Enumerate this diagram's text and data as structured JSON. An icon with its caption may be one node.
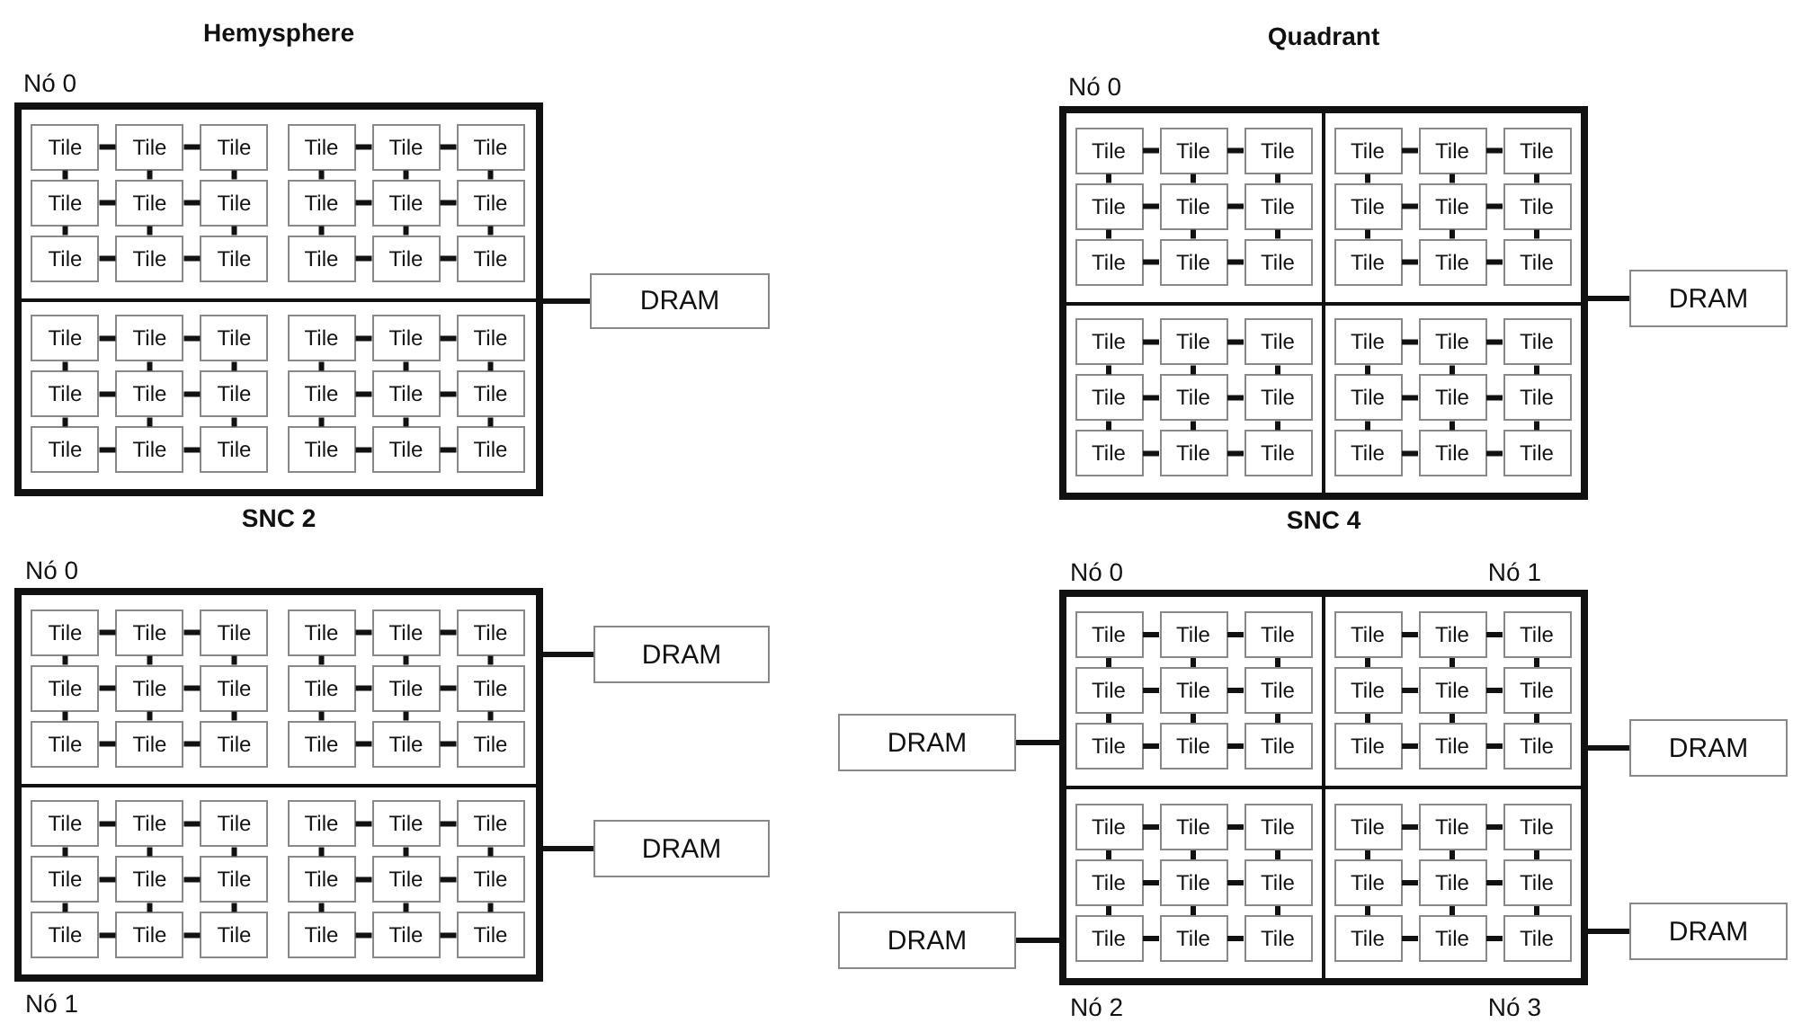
{
  "diagram": {
    "nodes": [
      {
        "text": [
          "Hemysphere"
        ],
        "beside": [
          "Nó 0"
        ]
      },
      {
        "text": [],
        "shape": "box",
        "in": 0
      },
      {
        "text": [
          "Tile"
        ],
        "in": 1
      },
      {
        "text": [
          "Tile"
        ],
        "in": 1
      },
      {
        "text": [
          "Tile"
        ],
        "in": 1
      },
      {
        "text": [
          "Tile"
        ],
        "in": 1
      },
      {
        "text": [
          "Tile"
        ],
        "in": 1
      },
      {
        "text": [
          "Tile"
        ],
        "in": 1
      },
      {
        "text": [
          "Tile"
        ],
        "in": 1
      },
      {
        "text": [
          "Tile"
        ],
        "in": 1
      },
      {
        "text": [
          "Tile"
        ],
        "in": 1
      },
      {
        "text": [
          "Tile"
        ],
        "in": 1
      },
      {
        "text": [
          "Tile"
        ],
        "in": 1
      },
      {
        "text": [
          "Tile"
        ],
        "in": 1
      },
      {
        "text": [
          "Tile"
        ],
        "in": 1
      },
      {
        "text": [
          "Tile"
        ],
        "in": 1
      },
      {
        "text": [
          "Tile"
        ],
        "in": 1
      },
      {
        "text": [
          "Tile"
        ],
        "in": 1
      },
      {
        "text": [
          "Tile"
        ],
        "in": 1
      },
      {
        "text": [
          "Tile"
        ],
        "in": 1
      },
      {
        "text": [],
        "shape": "box",
        "in": 0
      },
      {
        "text": [
          "Tile"
        ],
        "in": 20
      },
      {
        "text": [
          "Tile"
        ],
        "in": 20
      },
      {
        "text": [
          "Tile"
        ],
        "in": 20
      },
      {
        "text": [
          "Tile"
        ],
        "in": 20
      },
      {
        "text": [
          "Tile"
        ],
        "in": 20
      },
      {
        "text": [
          "Tile"
        ],
        "in": 20
      },
      {
        "text": [
          "Tile"
        ],
        "in": 20
      },
      {
        "text": [
          "Tile"
        ],
        "in": 20
      },
      {
        "text": [
          "Tile"
        ],
        "in": 20
      },
      {
        "text": [
          "Tile"
        ],
        "in": 20
      },
      {
        "text": [
          "Tile"
        ],
        "in": 20
      },
      {
        "text": [
          "Tile"
        ],
        "in": 20
      },
      {
        "text": [
          "Tile"
        ],
        "in": 20
      },
      {
        "text": [
          "Tile"
        ],
        "in": 20
      },
      {
        "text": [
          "Tile"
        ],
        "in": 20
      },
      {
        "text": [
          "Tile"
        ],
        "in": 20
      },
      {
        "text": [
          "Tile"
        ],
        "in": 20
      },
      {
        "text": [
          "Tile"
        ],
        "in": 20
      },
      {
        "text": [
          "DRAM"
        ]
      },
      {
        "text": [
          "Quadrant"
        ],
        "beside": [
          "Nó 0"
        ]
      },
      {
        "text": [],
        "shape": "box",
        "in": 40
      },
      {
        "text": [
          "Tile"
        ],
        "in": 41
      },
      {
        "text": [
          "Tile"
        ],
        "in": 41
      },
      {
        "text": [
          "Tile"
        ],
        "in": 41
      },
      {
        "text": [
          "Tile"
        ],
        "in": 41
      },
      {
        "text": [
          "Tile"
        ],
        "in": 41
      },
      {
        "text": [
          "Tile"
        ],
        "in": 41
      },
      {
        "text": [
          "Tile"
        ],
        "in": 41
      },
      {
        "text": [
          "Tile"
        ],
        "in": 41
      },
      {
        "text": [
          "Tile"
        ],
        "in": 41
      },
      {
        "text": [],
        "shape": "box",
        "in": 40
      },
      {
        "text": [
          "Tile"
        ],
        "in": 51
      },
      {
        "text": [
          "Tile"
        ],
        "in": 51
      },
      {
        "text": [
          "Tile"
        ],
        "in": 51
      },
      {
        "text": [
          "Tile"
        ],
        "in": 51
      },
      {
        "text": [
          "Tile"
        ],
        "in": 51
      },
      {
        "text": [
          "Tile"
        ],
        "in": 51
      },
      {
        "text": [
          "Tile"
        ],
        "in": 51
      },
      {
        "text": [
          "Tile"
        ],
        "in": 51
      },
      {
        "text": [
          "Tile"
        ],
        "in": 51
      },
      {
        "text": [],
        "shape": "box",
        "in": 40
      },
      {
        "text": [
          "Tile"
        ],
        "in": 61
      },
      {
        "text": [
          "Tile"
        ],
        "in": 61
      },
      {
        "text": [
          "Tile"
        ],
        "in": 61
      },
      {
        "text": [
          "Tile"
        ],
        "in": 61
      },
      {
        "text": [
          "Tile"
        ],
        "in": 61
      },
      {
        "text": [
          "Tile"
        ],
        "in": 61
      },
      {
        "text": [
          "Tile"
        ],
        "in": 61
      },
      {
        "text": [
          "Tile"
        ],
        "in": 61
      },
      {
        "text": [
          "Tile"
        ],
        "in": 61
      },
      {
        "text": [],
        "shape": "box",
        "in": 40
      },
      {
        "text": [
          "Tile"
        ],
        "in": 71
      },
      {
        "text": [
          "Tile"
        ],
        "in": 71
      },
      {
        "text": [
          "Tile"
        ],
        "in": 71
      },
      {
        "text": [
          "Tile"
        ],
        "in": 71
      },
      {
        "text": [
          "Tile"
        ],
        "in": 71
      },
      {
        "text": [
          "Tile"
        ],
        "in": 71
      },
      {
        "text": [
          "Tile"
        ],
        "in": 71
      },
      {
        "text": [
          "Tile"
        ],
        "in": 71
      },
      {
        "text": [
          "Tile"
        ],
        "in": 71
      },
      {
        "text": [
          "DRAM"
        ]
      },
      {
        "text": [
          "SNC 2"
        ]
      },
      {
        "text": [],
        "shape": "box",
        "in": 82,
        "beside": [
          "Nó 0"
        ]
      },
      {
        "text": [
          "Tile"
        ],
        "in": 83
      },
      {
        "text": [
          "Tile"
        ],
        "in": 83
      },
      {
        "text": [
          "Tile"
        ],
        "in": 83
      },
      {
        "text": [
          "Tile"
        ],
        "in": 83
      },
      {
        "text": [
          "Tile"
        ],
        "in": 83
      },
      {
        "text": [
          "Tile"
        ],
        "in": 83
      },
      {
        "text": [
          "Tile"
        ],
        "in": 83
      },
      {
        "text": [
          "Tile"
        ],
        "in": 83
      },
      {
        "text": [
          "Tile"
        ],
        "in": 83
      },
      {
        "text": [
          "Tile"
        ],
        "in": 83
      },
      {
        "text": [
          "Tile"
        ],
        "in": 83
      },
      {
        "text": [
          "Tile"
        ],
        "in": 83
      },
      {
        "text": [
          "Tile"
        ],
        "in": 83
      },
      {
        "text": [
          "Tile"
        ],
        "in": 83
      },
      {
        "text": [
          "Tile"
        ],
        "in": 83
      },
      {
        "text": [
          "Tile"
        ],
        "in": 83
      },
      {
        "text": [
          "Tile"
        ],
        "in": 83
      },
      {
        "text": [
          "Tile"
        ],
        "in": 83
      },
      {
        "text": [],
        "shape": "box",
        "in": 82,
        "beside": [
          "Nó 1"
        ]
      },
      {
        "text": [
          "Tile"
        ],
        "in": 102
      },
      {
        "text": [
          "Tile"
        ],
        "in": 102
      },
      {
        "text": [
          "Tile"
        ],
        "in": 102
      },
      {
        "text": [
          "Tile"
        ],
        "in": 102
      },
      {
        "text": [
          "Tile"
        ],
        "in": 102
      },
      {
        "text": [
          "Tile"
        ],
        "in": 102
      },
      {
        "text": [
          "Tile"
        ],
        "in": 102
      },
      {
        "text": [
          "Tile"
        ],
        "in": 102
      },
      {
        "text": [
          "Tile"
        ],
        "in": 102
      },
      {
        "text": [
          "Tile"
        ],
        "in": 102
      },
      {
        "text": [
          "Tile"
        ],
        "in": 102
      },
      {
        "text": [
          "Tile"
        ],
        "in": 102
      },
      {
        "text": [
          "Tile"
        ],
        "in": 102
      },
      {
        "text": [
          "Tile"
        ],
        "in": 102
      },
      {
        "text": [
          "Tile"
        ],
        "in": 102
      },
      {
        "text": [
          "Tile"
        ],
        "in": 102
      },
      {
        "text": [
          "Tile"
        ],
        "in": 102
      },
      {
        "text": [
          "Tile"
        ],
        "in": 102
      },
      {
        "text": [
          "DRAM"
        ]
      },
      {
        "text": [
          "DRAM"
        ]
      },
      {
        "text": [
          "SNC 4"
        ]
      },
      {
        "text": [],
        "shape": "box",
        "in": 123,
        "beside": [
          "Nó 0"
        ]
      },
      {
        "text": [
          "Tile"
        ],
        "in": 124
      },
      {
        "text": [
          "Tile"
        ],
        "in": 124
      },
      {
        "text": [
          "Tile"
        ],
        "in": 124
      },
      {
        "text": [
          "Tile"
        ],
        "in": 124
      },
      {
        "text": [
          "Tile"
        ],
        "in": 124
      },
      {
        "text": [
          "Tile"
        ],
        "in": 124
      },
      {
        "text": [
          "Tile"
        ],
        "in": 124
      },
      {
        "text": [
          "Tile"
        ],
        "in": 124
      },
      {
        "text": [
          "Tile"
        ],
        "in": 124
      },
      {
        "text": [],
        "shape": "box",
        "in": 123,
        "beside": [
          "Nó 1"
        ]
      },
      {
        "text": [
          "Tile"
        ],
        "in": 134
      },
      {
        "text": [
          "Tile"
        ],
        "in": 134
      },
      {
        "text": [
          "Tile"
        ],
        "in": 134
      },
      {
        "text": [
          "Tile"
        ],
        "in": 134
      },
      {
        "text": [
          "Tile"
        ],
        "in": 134
      },
      {
        "text": [
          "Tile"
        ],
        "in": 134
      },
      {
        "text": [
          "Tile"
        ],
        "in": 134
      },
      {
        "text": [
          "Tile"
        ],
        "in": 134
      },
      {
        "text": [
          "Tile"
        ],
        "in": 134
      },
      {
        "text": [],
        "shape": "box",
        "in": 123,
        "beside": [
          "Nó 2"
        ]
      },
      {
        "text": [
          "Tile"
        ],
        "in": 144
      },
      {
        "text": [
          "Tile"
        ],
        "in": 144
      },
      {
        "text": [
          "Tile"
        ],
        "in": 144
      },
      {
        "text": [
          "Tile"
        ],
        "in": 144
      },
      {
        "text": [
          "Tile"
        ],
        "in": 144
      },
      {
        "text": [
          "Tile"
        ],
        "in": 144
      },
      {
        "text": [
          "Tile"
        ],
        "in": 144
      },
      {
        "text": [
          "Tile"
        ],
        "in": 144
      },
      {
        "text": [
          "Tile"
        ],
        "in": 144
      },
      {
        "text": [],
        "shape": "box",
        "in": 123,
        "beside": [
          "Nó 3"
        ]
      },
      {
        "text": [
          "Tile"
        ],
        "in": 154
      },
      {
        "text": [
          "Tile"
        ],
        "in": 154
      },
      {
        "text": [
          "Tile"
        ],
        "in": 154
      },
      {
        "text": [
          "Tile"
        ],
        "in": 154
      },
      {
        "text": [
          "Tile"
        ],
        "in": 154
      },
      {
        "text": [
          "Tile"
        ],
        "in": 154
      },
      {
        "text": [
          "Tile"
        ],
        "in": 154
      },
      {
        "text": [
          "Tile"
        ],
        "in": 154
      },
      {
        "text": [
          "Tile"
        ],
        "in": 154
      },
      {
        "text": [
          "DRAM"
        ]
      },
      {
        "text": [
          "DRAM"
        ]
      },
      {
        "text": [
          "DRAM"
        ]
      },
      {
        "text": [
          "DRAM"
        ]
      }
    ],
    "edges": [
      {
        "from": 2,
        "to": 3,
        "arrow": "none"
      },
      {
        "from": 3,
        "to": 4,
        "arrow": "none"
      },
      {
        "from": 5,
        "to": 6,
        "arrow": "none"
      },
      {
        "from": 6,
        "to": 7,
        "arrow": "none"
      },
      {
        "from": 8,
        "to": 9,
        "arrow": "none"
      },
      {
        "from": 9,
        "to": 10,
        "arrow": "none"
      },
      {
        "from": 11,
        "to": 12,
        "arrow": "none"
      },
      {
        "from": 12,
        "to": 13,
        "arrow": "none"
      },
      {
        "from": 14,
        "to": 15,
        "arrow": "none"
      },
      {
        "from": 15,
        "to": 16,
        "arrow": "none"
      },
      {
        "from": 17,
        "to": 18,
        "arrow": "none"
      },
      {
        "from": 18,
        "to": 19,
        "arrow": "none"
      },
      {
        "from": 2,
        "to": 8,
        "arrow": "none"
      },
      {
        "from": 3,
        "to": 9,
        "arrow": "none"
      },
      {
        "from": 4,
        "to": 10,
        "arrow": "none"
      },
      {
        "from": 5,
        "to": 11,
        "arrow": "none"
      },
      {
        "from": 6,
        "to": 12,
        "arrow": "none"
      },
      {
        "from": 7,
        "to": 13,
        "arrow": "none"
      },
      {
        "from": 8,
        "to": 14,
        "arrow": "none"
      },
      {
        "from": 9,
        "to": 15,
        "arrow": "none"
      },
      {
        "from": 10,
        "to": 16,
        "arrow": "none"
      },
      {
        "from": 11,
        "to": 17,
        "arrow": "none"
      },
      {
        "from": 12,
        "to": 18,
        "arrow": "none"
      },
      {
        "from": 13,
        "to": 19,
        "arrow": "none"
      },
      {
        "from": 21,
        "to": 22,
        "arrow": "none"
      },
      {
        "from": 22,
        "to": 23,
        "arrow": "none"
      },
      {
        "from": 24,
        "to": 25,
        "arrow": "none"
      },
      {
        "from": 25,
        "to": 26,
        "arrow": "none"
      },
      {
        "from": 27,
        "to": 28,
        "arrow": "none"
      },
      {
        "from": 28,
        "to": 29,
        "arrow": "none"
      },
      {
        "from": 30,
        "to": 31,
        "arrow": "none"
      },
      {
        "from": 31,
        "to": 32,
        "arrow": "none"
      },
      {
        "from": 33,
        "to": 34,
        "arrow": "none"
      },
      {
        "from": 34,
        "to": 35,
        "arrow": "none"
      },
      {
        "from": 36,
        "to": 37,
        "arrow": "none"
      },
      {
        "from": 37,
        "to": 38,
        "arrow": "none"
      },
      {
        "from": 21,
        "to": 27,
        "arrow": "none"
      },
      {
        "from": 22,
        "to": 28,
        "arrow": "none"
      },
      {
        "from": 23,
        "to": 29,
        "arrow": "none"
      },
      {
        "from": 24,
        "to": 30,
        "arrow": "none"
      },
      {
        "from": 25,
        "to": 31,
        "arrow": "none"
      },
      {
        "from": 26,
        "to": 32,
        "arrow": "none"
      },
      {
        "from": 27,
        "to": 33,
        "arrow": "none"
      },
      {
        "from": 28,
        "to": 34,
        "arrow": "none"
      },
      {
        "from": 29,
        "to": 35,
        "arrow": "none"
      },
      {
        "from": 30,
        "to": 36,
        "arrow": "none"
      },
      {
        "from": 31,
        "to": 37,
        "arrow": "none"
      },
      {
        "from": 32,
        "to": 38,
        "arrow": "none"
      },
      {
        "from": 0,
        "to": 39,
        "arrow": "none"
      },
      {
        "from": 42,
        "to": 43,
        "arrow": "none"
      },
      {
        "from": 43,
        "to": 44,
        "arrow": "none"
      },
      {
        "from": 45,
        "to": 46,
        "arrow": "none"
      },
      {
        "from": 46,
        "to": 47,
        "arrow": "none"
      },
      {
        "from": 48,
        "to": 49,
        "arrow": "none"
      },
      {
        "from": 49,
        "to": 50,
        "arrow": "none"
      },
      {
        "from": 42,
        "to": 45,
        "arrow": "none"
      },
      {
        "from": 43,
        "to": 46,
        "arrow": "none"
      },
      {
        "from": 44,
        "to": 47,
        "arrow": "none"
      },
      {
        "from": 45,
        "to": 48,
        "arrow": "none"
      },
      {
        "from": 46,
        "to": 49,
        "arrow": "none"
      },
      {
        "from": 47,
        "to": 50,
        "arrow": "none"
      },
      {
        "from": 52,
        "to": 53,
        "arrow": "none"
      },
      {
        "from": 53,
        "to": 54,
        "arrow": "none"
      },
      {
        "from": 55,
        "to": 56,
        "arrow": "none"
      },
      {
        "from": 56,
        "to": 57,
        "arrow": "none"
      },
      {
        "from": 58,
        "to": 59,
        "arrow": "none"
      },
      {
        "from": 59,
        "to": 60,
        "arrow": "none"
      },
      {
        "from": 52,
        "to": 55,
        "arrow": "none"
      },
      {
        "from": 53,
        "to": 56,
        "arrow": "none"
      },
      {
        "from": 54,
        "to": 57,
        "arrow": "none"
      },
      {
        "from": 55,
        "to": 58,
        "arrow": "none"
      },
      {
        "from": 56,
        "to": 59,
        "arrow": "none"
      },
      {
        "from": 57,
        "to": 60,
        "arrow": "none"
      },
      {
        "from": 62,
        "to": 63,
        "arrow": "none"
      },
      {
        "from": 63,
        "to": 64,
        "arrow": "none"
      },
      {
        "from": 65,
        "to": 66,
        "arrow": "none"
      },
      {
        "from": 66,
        "to": 67,
        "arrow": "none"
      },
      {
        "from": 68,
        "to": 69,
        "arrow": "none"
      },
      {
        "from": 69,
        "to": 70,
        "arrow": "none"
      },
      {
        "from": 62,
        "to": 65,
        "arrow": "none"
      },
      {
        "from": 63,
        "to": 66,
        "arrow": "none"
      },
      {
        "from": 64,
        "to": 67,
        "arrow": "none"
      },
      {
        "from": 65,
        "to": 68,
        "arrow": "none"
      },
      {
        "from": 66,
        "to": 69,
        "arrow": "none"
      },
      {
        "from": 67,
        "to": 70,
        "arrow": "none"
      },
      {
        "from": 72,
        "to": 73,
        "arrow": "none"
      },
      {
        "from": 73,
        "to": 74,
        "arrow": "none"
      },
      {
        "from": 75,
        "to": 76,
        "arrow": "none"
      },
      {
        "from": 76,
        "to": 77,
        "arrow": "none"
      },
      {
        "from": 78,
        "to": 79,
        "arrow": "none"
      },
      {
        "from": 79,
        "to": 80,
        "arrow": "none"
      },
      {
        "from": 72,
        "to": 75,
        "arrow": "none"
      },
      {
        "from": 73,
        "to": 76,
        "arrow": "none"
      },
      {
        "from": 74,
        "to": 77,
        "arrow": "none"
      },
      {
        "from": 75,
        "to": 78,
        "arrow": "none"
      },
      {
        "from": 76,
        "to": 79,
        "arrow": "none"
      },
      {
        "from": 77,
        "to": 80,
        "arrow": "none"
      },
      {
        "from": 40,
        "to": 81,
        "arrow": "none"
      },
      {
        "from": 84,
        "to": 85,
        "arrow": "none"
      },
      {
        "from": 85,
        "to": 86,
        "arrow": "none"
      },
      {
        "from": 87,
        "to": 88,
        "arrow": "none"
      },
      {
        "from": 88,
        "to": 89,
        "arrow": "none"
      },
      {
        "from": 90,
        "to": 91,
        "arrow": "none"
      },
      {
        "from": 91,
        "to": 92,
        "arrow": "none"
      },
      {
        "from": 93,
        "to": 94,
        "arrow": "none"
      },
      {
        "from": 94,
        "to": 95,
        "arrow": "none"
      },
      {
        "from": 96,
        "to": 97,
        "arrow": "none"
      },
      {
        "from": 97,
        "to": 98,
        "arrow": "none"
      },
      {
        "from": 99,
        "to": 100,
        "arrow": "none"
      },
      {
        "from": 100,
        "to": 101,
        "arrow": "none"
      },
      {
        "from": 84,
        "to": 90,
        "arrow": "none"
      },
      {
        "from": 85,
        "to": 91,
        "arrow": "none"
      },
      {
        "from": 86,
        "to": 92,
        "arrow": "none"
      },
      {
        "from": 87,
        "to": 93,
        "arrow": "none"
      },
      {
        "from": 88,
        "to": 94,
        "arrow": "none"
      },
      {
        "from": 89,
        "to": 95,
        "arrow": "none"
      },
      {
        "from": 90,
        "to": 96,
        "arrow": "none"
      },
      {
        "from": 91,
        "to": 97,
        "arrow": "none"
      },
      {
        "from": 92,
        "to": 98,
        "arrow": "none"
      },
      {
        "from": 93,
        "to": 99,
        "arrow": "none"
      },
      {
        "from": 94,
        "to": 100,
        "arrow": "none"
      },
      {
        "from": 95,
        "to": 101,
        "arrow": "none"
      },
      {
        "from": 103,
        "to": 104,
        "arrow": "none"
      },
      {
        "from": 104,
        "to": 105,
        "arrow": "none"
      },
      {
        "from": 106,
        "to": 107,
        "arrow": "none"
      },
      {
        "from": 107,
        "to": 108,
        "arrow": "none"
      },
      {
        "from": 109,
        "to": 110,
        "arrow": "none"
      },
      {
        "from": 110,
        "to": 111,
        "arrow": "none"
      },
      {
        "from": 112,
        "to": 113,
        "arrow": "none"
      },
      {
        "from": 113,
        "to": 114,
        "arrow": "none"
      },
      {
        "from": 115,
        "to": 116,
        "arrow": "none"
      },
      {
        "from": 116,
        "to": 117,
        "arrow": "none"
      },
      {
        "from": 118,
        "to": 119,
        "arrow": "none"
      },
      {
        "from": 119,
        "to": 120,
        "arrow": "none"
      },
      {
        "from": 103,
        "to": 109,
        "arrow": "none"
      },
      {
        "from": 104,
        "to": 110,
        "arrow": "none"
      },
      {
        "from": 105,
        "to": 111,
        "arrow": "none"
      },
      {
        "from": 106,
        "to": 112,
        "arrow": "none"
      },
      {
        "from": 107,
        "to": 113,
        "arrow": "none"
      },
      {
        "from": 108,
        "to": 114,
        "arrow": "none"
      },
      {
        "from": 109,
        "to": 115,
        "arrow": "none"
      },
      {
        "from": 110,
        "to": 116,
        "arrow": "none"
      },
      {
        "from": 111,
        "to": 117,
        "arrow": "none"
      },
      {
        "from": 112,
        "to": 118,
        "arrow": "none"
      },
      {
        "from": 113,
        "to": 119,
        "arrow": "none"
      },
      {
        "from": 114,
        "to": 120,
        "arrow": "none"
      },
      {
        "from": 83,
        "to": 121,
        "arrow": "none"
      },
      {
        "from": 102,
        "to": 122,
        "arrow": "none"
      },
      {
        "from": 125,
        "to": 126,
        "arrow": "none"
      },
      {
        "from": 126,
        "to": 127,
        "arrow": "none"
      },
      {
        "from": 128,
        "to": 129,
        "arrow": "none"
      },
      {
        "from": 129,
        "to": 130,
        "arrow": "none"
      },
      {
        "from": 131,
        "to": 132,
        "arrow": "none"
      },
      {
        "from": 132,
        "to": 133,
        "arrow": "none"
      },
      {
        "from": 125,
        "to": 128,
        "arrow": "none"
      },
      {
        "from": 126,
        "to": 129,
        "arrow": "none"
      },
      {
        "from": 127,
        "to": 130,
        "arrow": "none"
      },
      {
        "from": 128,
        "to": 131,
        "arrow": "none"
      },
      {
        "from": 129,
        "to": 132,
        "arrow": "none"
      },
      {
        "from": 130,
        "to": 133,
        "arrow": "none"
      },
      {
        "from": 135,
        "to": 136,
        "arrow": "none"
      },
      {
        "from": 136,
        "to": 137,
        "arrow": "none"
      },
      {
        "from": 138,
        "to": 139,
        "arrow": "none"
      },
      {
        "from": 139,
        "to": 140,
        "arrow": "none"
      },
      {
        "from": 141,
        "to": 142,
        "arrow": "none"
      },
      {
        "from": 142,
        "to": 143,
        "arrow": "none"
      },
      {
        "from": 135,
        "to": 138,
        "arrow": "none"
      },
      {
        "from": 136,
        "to": 139,
        "arrow": "none"
      },
      {
        "from": 137,
        "to": 140,
        "arrow": "none"
      },
      {
        "from": 138,
        "to": 141,
        "arrow": "none"
      },
      {
        "from": 139,
        "to": 142,
        "arrow": "none"
      },
      {
        "from": 140,
        "to": 143,
        "arrow": "none"
      },
      {
        "from": 145,
        "to": 146,
        "arrow": "none"
      },
      {
        "from": 146,
        "to": 147,
        "arrow": "none"
      },
      {
        "from": 148,
        "to": 149,
        "arrow": "none"
      },
      {
        "from": 149,
        "to": 150,
        "arrow": "none"
      },
      {
        "from": 151,
        "to": 152,
        "arrow": "none"
      },
      {
        "from": 152,
        "to": 153,
        "arrow": "none"
      },
      {
        "from": 145,
        "to": 148,
        "arrow": "none"
      },
      {
        "from": 146,
        "to": 149,
        "arrow": "none"
      },
      {
        "from": 147,
        "to": 150,
        "arrow": "none"
      },
      {
        "from": 148,
        "to": 151,
        "arrow": "none"
      },
      {
        "from": 149,
        "to": 152,
        "arrow": "none"
      },
      {
        "from": 150,
        "to": 153,
        "arrow": "none"
      },
      {
        "from": 155,
        "to": 156,
        "arrow": "none"
      },
      {
        "from": 156,
        "to": 157,
        "arrow": "none"
      },
      {
        "from": 158,
        "to": 159,
        "arrow": "none"
      },
      {
        "from": 159,
        "to": 160,
        "arrow": "none"
      },
      {
        "from": 161,
        "to": 162,
        "arrow": "none"
      },
      {
        "from": 162,
        "to": 163,
        "arrow": "none"
      },
      {
        "from": 155,
        "to": 158,
        "arrow": "none"
      },
      {
        "from": 156,
        "to": 159,
        "arrow": "none"
      },
      {
        "from": 157,
        "to": 160,
        "arrow": "none"
      },
      {
        "from": 158,
        "to": 161,
        "arrow": "none"
      },
      {
        "from": 159,
        "to": 162,
        "arrow": "none"
      },
      {
        "from": 160,
        "to": 163,
        "arrow": "none"
      },
      {
        "from": 124,
        "to": 164,
        "arrow": "none"
      },
      {
        "from": 134,
        "to": 165,
        "arrow": "none"
      },
      {
        "from": 144,
        "to": 166,
        "arrow": "none"
      },
      {
        "from": 154,
        "to": 167,
        "arrow": "none"
      }
    ]
  }
}
